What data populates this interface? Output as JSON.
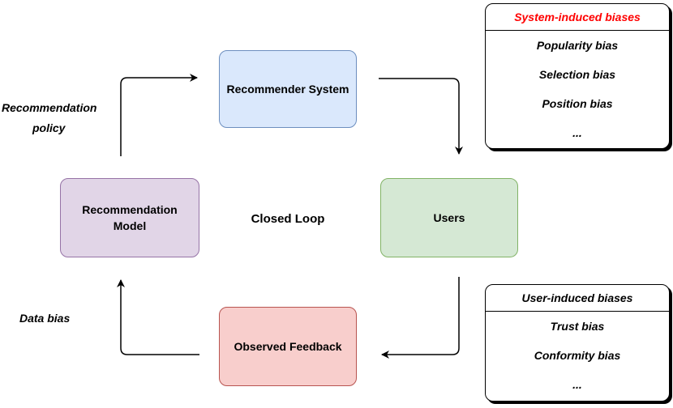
{
  "nodes": {
    "recommender_system": "Recommender System",
    "users": "Users",
    "observed_feedback": "Observed Feedback",
    "recommendation_model": "Recommendation Model"
  },
  "center_label": "Closed Loop",
  "edge_labels": {
    "policy_line1": "Recommendation",
    "policy_line2": "policy",
    "data_bias": "Data bias"
  },
  "system_biases": {
    "title": "System-induced biases",
    "title_color": "#ff0000",
    "items": [
      "Popularity bias",
      "Selection bias",
      "Position bias",
      "..."
    ]
  },
  "user_biases": {
    "title": "User-induced biases",
    "items": [
      "Trust bias",
      "Conformity bias",
      "..."
    ]
  },
  "colors": {
    "recommender_system_fill": "#dae8fc",
    "users_fill": "#d5e8d4",
    "observed_feedback_fill": "#f8cecc",
    "recommendation_model_fill": "#e1d5e7"
  }
}
